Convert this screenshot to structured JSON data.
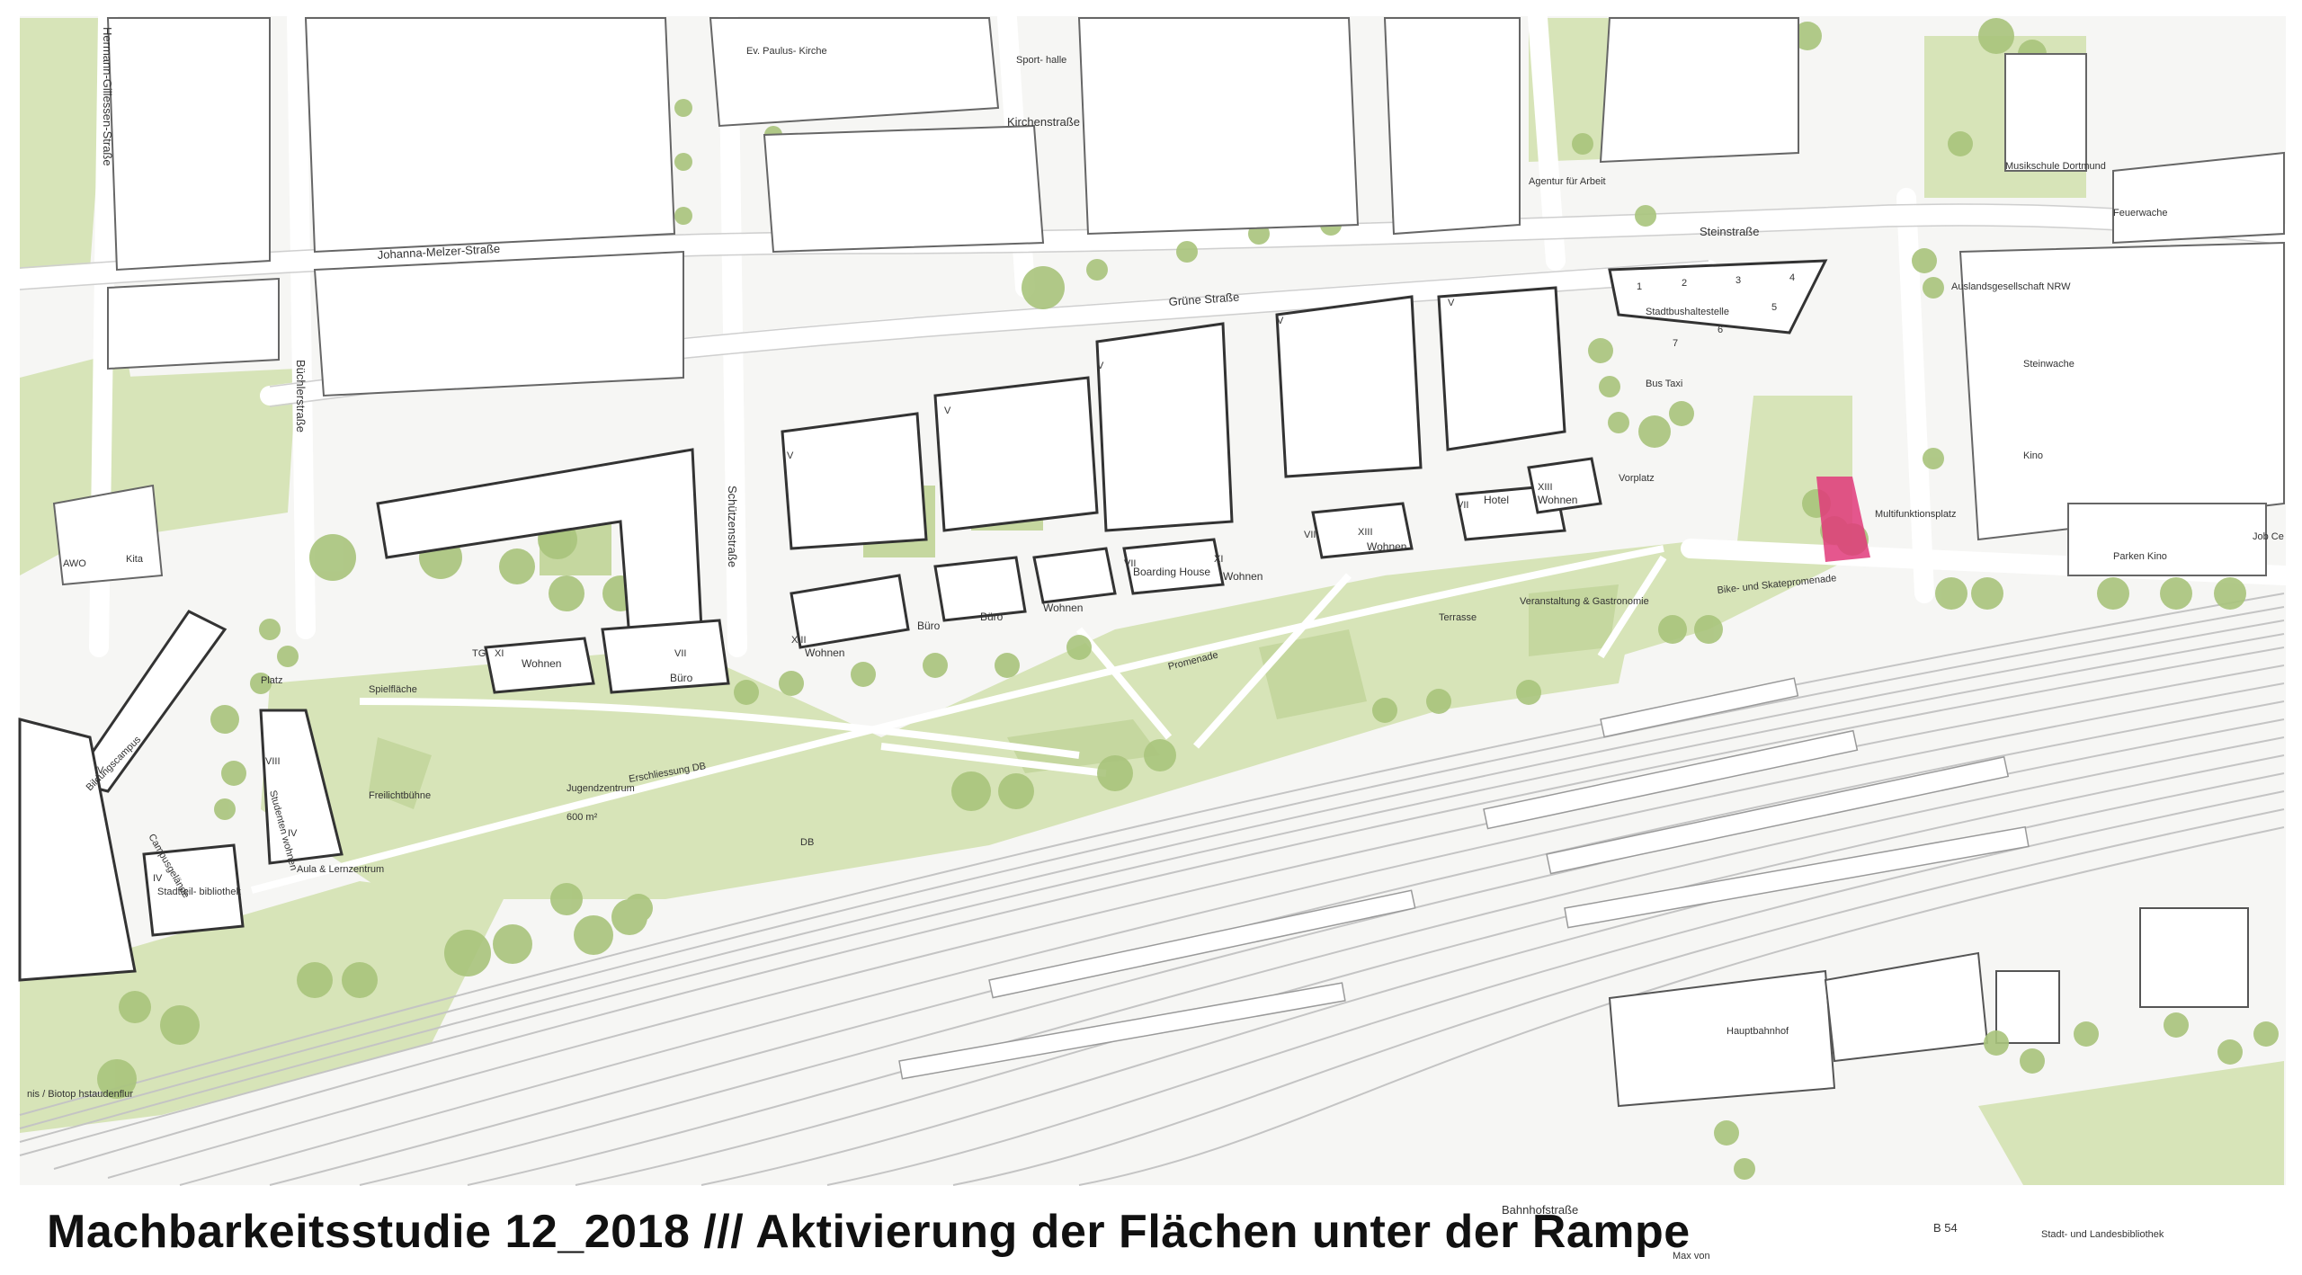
{
  "caption": "Machbarkeitsstudie 12_2018  ///  Aktivierung der Flächen unter der Rampe",
  "colors": {
    "park": "#d7e4b8",
    "park_dark": "#c5d79f",
    "tree": "#a9c47c",
    "building_fill": "#ffffff",
    "building_stroke": "#444444",
    "rail": "#b8b8b8",
    "highlight": "#e0397a"
  },
  "streets": {
    "johanna": "Johanna-Melzer-Straße",
    "gruene": "Grüne Straße",
    "stein": "Steinstraße",
    "kirchen": "Kirchenstraße",
    "buecher": "Büchlerstraße",
    "schuetzen": "Schützenstraße",
    "bahnhof": "Bahnhofstraße",
    "gilbergasse": "Hermann-Gillessen-Straße",
    "b54": "B 54"
  },
  "places": {
    "paulus": "Ev. Paulus- Kirche",
    "sporthalle": "Sport- halle",
    "agentur": "Agentur für Arbeit",
    "musikschule": "Musikschule Dortmund",
    "feuerwache": "Feuerwache",
    "auslands": "Auslandsgesellschaft NRW",
    "steinwache": "Steinwache",
    "kino": "Kino",
    "parkenkino": "Parken Kino",
    "jobcenter": "Job Ce",
    "stadtbus": "Stadtbushaltestelle",
    "bustaxi": "Bus Taxi",
    "vorplatz": "Vorplatz",
    "multifunk": "Multifunktionsplatz",
    "bikeskate": "Bike- und Skatepromenade",
    "promenade": "Promenade",
    "terrasse": "Terrasse",
    "veranstaltung": "Veranstaltung & Gastronomie",
    "spielflaeche": "Spielfläche",
    "jugendzentrum": "Jugendzentrum",
    "jugend_area": "600 m²",
    "erschliessung": "Erschliessung DB",
    "freilicht": "Freilichtbühne",
    "db": "DB",
    "hauptbahnhof": "Hauptbahnhof",
    "stadtbib": "Stadt- und Landesbibliothek",
    "bildung": "Bildungscampus",
    "campus": "Campusgelände",
    "platz": "Platz",
    "studenten": "Studenten wohnen",
    "aula": "Aula & Lernzentrum",
    "stadtteil": "Stadtteil- bibliothek",
    "biotop": "nis / Biotop hstaudenflur",
    "kita": "Kita",
    "awo": "AWO",
    "maxvon": "Max von"
  },
  "buildings": {
    "wohnen": "Wohnen",
    "buero": "Büro",
    "hotel": "Hotel",
    "boarding": "Boarding House"
  },
  "floors": {
    "iv": "IV",
    "v": "V",
    "vii": "VII",
    "viii": "VIII",
    "xi": "XI",
    "xiii": "XIII",
    "tg": "TG"
  },
  "bus_bays": [
    "1",
    "2",
    "3",
    "4",
    "5",
    "6",
    "7"
  ]
}
